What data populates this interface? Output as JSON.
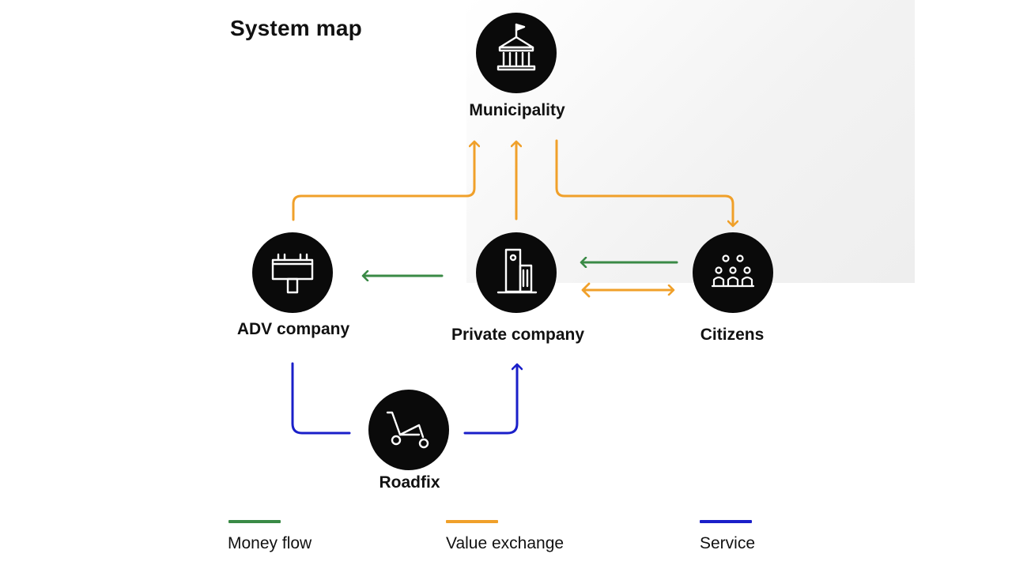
{
  "title": "System map",
  "nodes": {
    "municipality": {
      "label": "Municipality",
      "icon": "town-hall-icon"
    },
    "adv_company": {
      "label": "ADV company",
      "icon": "billboard-icon"
    },
    "private_company": {
      "label": "Private company",
      "icon": "office-building-icon"
    },
    "citizens": {
      "label": "Citizens",
      "icon": "people-group-icon"
    },
    "roadfix": {
      "label": "Roadfix",
      "icon": "road-repair-cart-icon"
    }
  },
  "edges": [
    {
      "from": "ADV company",
      "to": "Municipality",
      "type": "Value exchange"
    },
    {
      "from": "Private company",
      "to": "Municipality",
      "type": "Value exchange"
    },
    {
      "from": "Municipality",
      "to": "Citizens",
      "type": "Value exchange"
    },
    {
      "from": "Private company",
      "to": "ADV company",
      "type": "Money flow"
    },
    {
      "from": "Citizens",
      "to": "Private company",
      "type": "Money flow"
    },
    {
      "from": "Private company",
      "to": "Citizens",
      "type": "Value exchange",
      "bidirectional": true
    },
    {
      "from": "ADV company",
      "to": "Private company",
      "type": "Service",
      "via": "Roadfix"
    }
  ],
  "legend": {
    "money": {
      "label": "Money flow",
      "color": "#3a8a46"
    },
    "value": {
      "label": "Value exchange",
      "color": "#f0a02a"
    },
    "service": {
      "label": "Service",
      "color": "#1a1fc9"
    }
  },
  "colors": {
    "node_fill": "#0a0a0a",
    "icon_stroke": "#ffffff"
  }
}
